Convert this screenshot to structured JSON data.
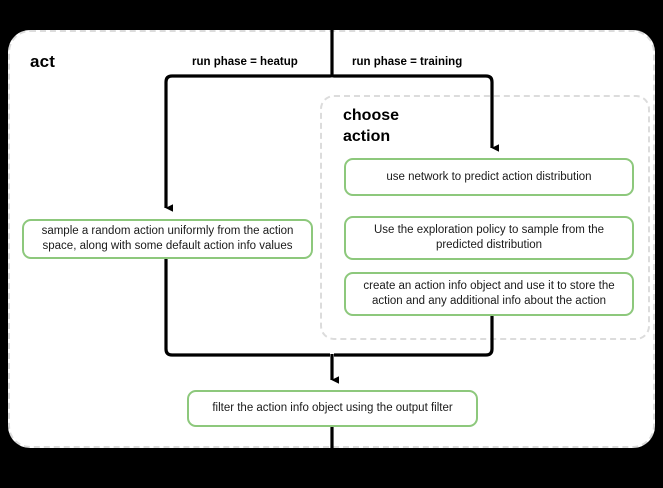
{
  "diagram": {
    "title": "act",
    "background_color": "#000000",
    "surface_color": "#ffffff",
    "accent_color": "#8dc87c",
    "container_border_color": "#dcdcdc",
    "edge_color": "#000000"
  },
  "outer_group": {
    "label": "act"
  },
  "inner_group": {
    "label": "choose\naction",
    "label_line1": "choose",
    "label_line2": "action"
  },
  "edges": {
    "heatup_label": "run phase = heatup",
    "training_label": "run phase = training"
  },
  "nodes": {
    "use_network": "use network to predict action distribution",
    "exploration_policy": "Use the exploration policy to sample from the predicted distribution",
    "create_action_info": "create an action info object and use it to store the action and any additional info about the action",
    "sample_random": "sample a random action uniformly from the action space, along with some default action info values",
    "filter_action_info": "filter the action info object using the output filter"
  }
}
